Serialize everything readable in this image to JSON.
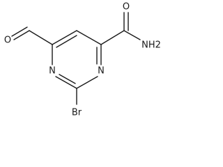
{
  "atoms": {
    "aldehyde_oxygen": "O",
    "amide_oxygen": "O",
    "amide_nitrogen": "NH2",
    "ring_nitrogen_left": "N",
    "ring_nitrogen_right": "N",
    "bromine": "Br"
  }
}
